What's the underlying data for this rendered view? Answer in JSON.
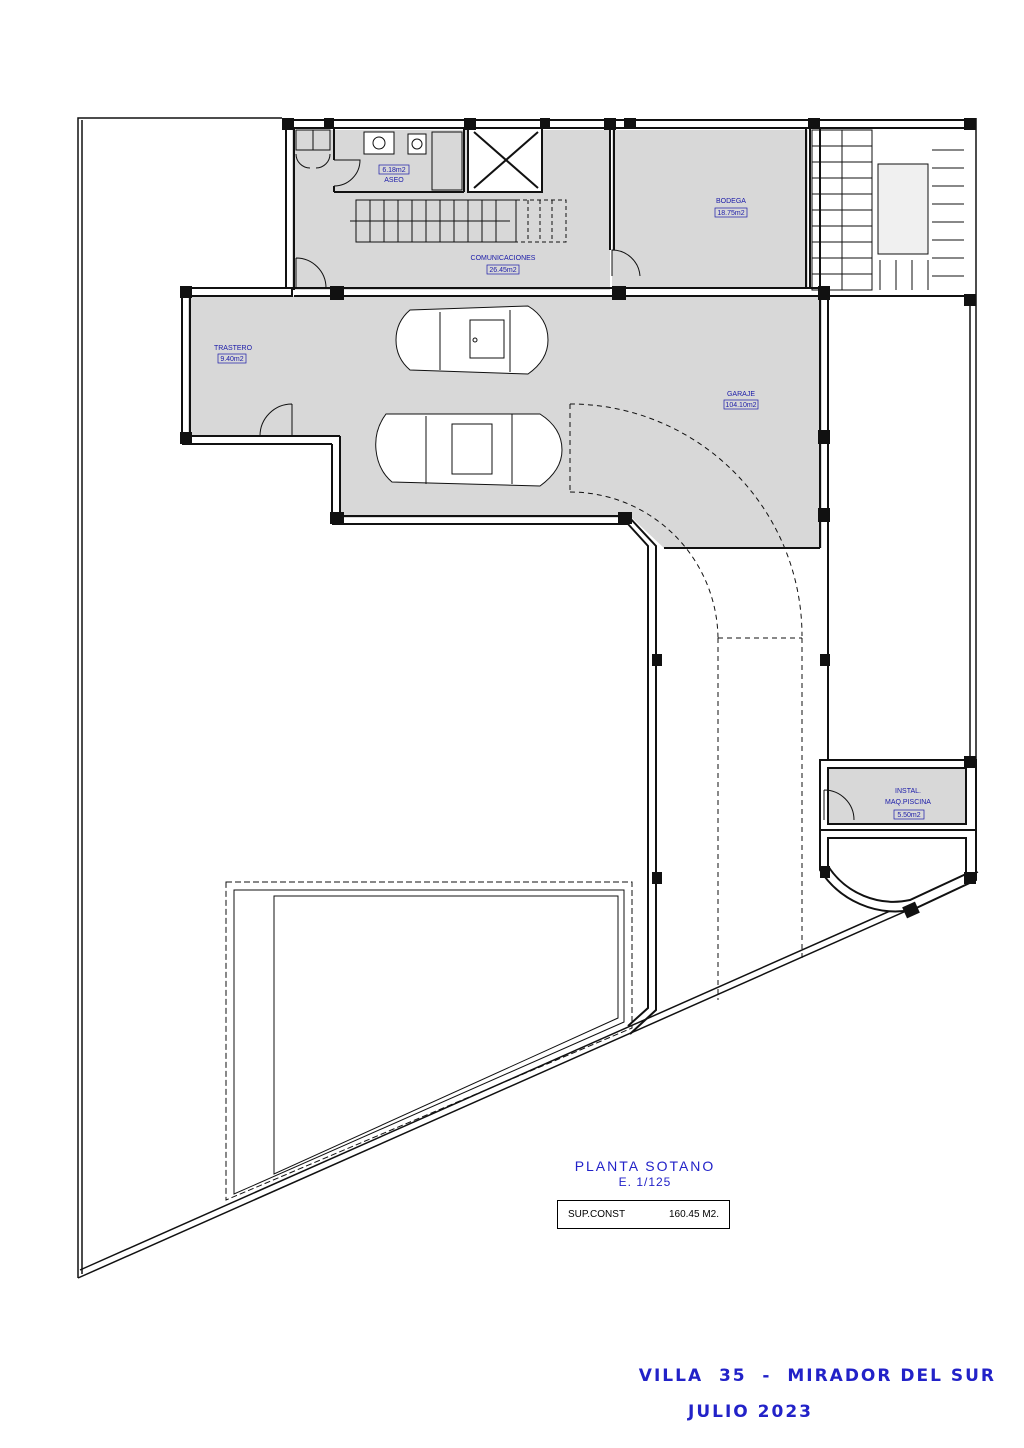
{
  "rooms": [
    {
      "id": "aseo",
      "name": "ASEO",
      "area": "6.18m2"
    },
    {
      "id": "bodega",
      "name": "BODEGA",
      "area": "18.75m2"
    },
    {
      "id": "comunicaciones",
      "name": "COMUNICACIONES",
      "area": "26.45m2"
    },
    {
      "id": "trastero",
      "name": "TRASTERO",
      "area": "9.40m2"
    },
    {
      "id": "garaje",
      "name": "GARAJE",
      "area": "104.10m2"
    },
    {
      "id": "instal",
      "name": "INSTAL.",
      "name2": "MAQ.PISCINA",
      "area": "5.50m2"
    }
  ],
  "title": {
    "plan": "PLANTA SOTANO",
    "scale": "E. 1/125",
    "surface_label": "SUP.CONST",
    "surface_value": "160.45 M2."
  },
  "project": {
    "name": "VILLA  35  -  MIRADOR DEL SUR",
    "date": "JULIO 2023"
  },
  "colors": {
    "fill": "#d8d8d8",
    "wall": "#111111",
    "label": "#1a1aa8"
  }
}
